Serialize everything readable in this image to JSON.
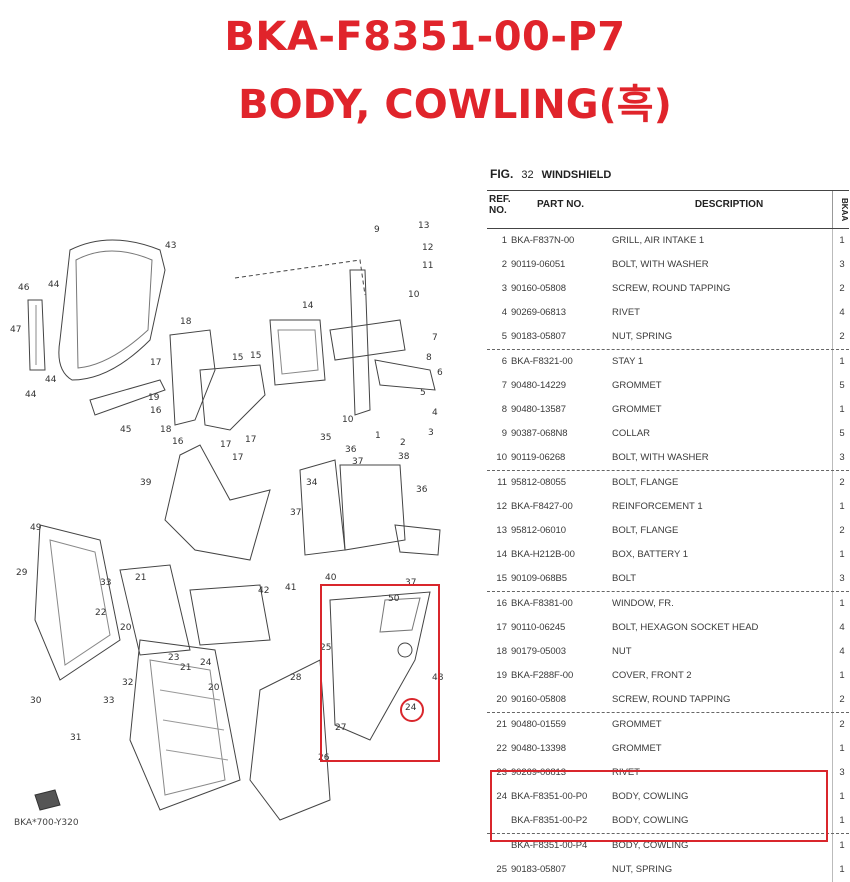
{
  "header": {
    "part_code": "BKA-F8351-00-P7",
    "part_name": "BODY, COWLING(흑)"
  },
  "figure": {
    "fig_label": "FIG.",
    "fig_number": "32",
    "fig_name": "WINDSHIELD",
    "diagram_code": "BKA*700-Y320",
    "callouts": [
      "43",
      "46",
      "44",
      "47",
      "44",
      "44",
      "45",
      "18",
      "17",
      "16",
      "18",
      "16",
      "17",
      "15",
      "14",
      "15",
      "13",
      "12",
      "11",
      "10",
      "10",
      "9",
      "8",
      "7",
      "6",
      "5",
      "4",
      "3",
      "2",
      "1",
      "19",
      "17",
      "17",
      "35",
      "36",
      "37",
      "34",
      "38",
      "36",
      "37",
      "49",
      "29",
      "33",
      "21",
      "22",
      "20",
      "23",
      "24",
      "21",
      "20",
      "39",
      "30",
      "31",
      "32",
      "33",
      "27",
      "26",
      "28",
      "25",
      "42",
      "41",
      "40",
      "37",
      "50",
      "48",
      "24"
    ]
  },
  "table": {
    "headers": {
      "ref": "REF. NO.",
      "part": "PART NO.",
      "desc": "DESCRIPTION",
      "qty": "BKAA"
    },
    "rows": [
      {
        "ref": "1",
        "part": "BKA-F837N-00",
        "desc": "GRILL, AIR INTAKE 1",
        "qty": "1"
      },
      {
        "ref": "2",
        "part": "90119-06051",
        "desc": "BOLT, WITH WASHER",
        "qty": "3"
      },
      {
        "ref": "3",
        "part": "90160-05808",
        "desc": "SCREW, ROUND TAPPING",
        "qty": "2"
      },
      {
        "ref": "4",
        "part": "90269-06813",
        "desc": "RIVET",
        "qty": "4"
      },
      {
        "ref": "5",
        "part": "90183-05807",
        "desc": "NUT, SPRING",
        "qty": "2"
      },
      {
        "ref": "6",
        "part": "BKA-F8321-00",
        "desc": "STAY 1",
        "qty": "1"
      },
      {
        "ref": "7",
        "part": "90480-14229",
        "desc": "GROMMET",
        "qty": "5"
      },
      {
        "ref": "8",
        "part": "90480-13587",
        "desc": "GROMMET",
        "qty": "1"
      },
      {
        "ref": "9",
        "part": "90387-068N8",
        "desc": "COLLAR",
        "qty": "5"
      },
      {
        "ref": "10",
        "part": "90119-06268",
        "desc": "BOLT, WITH WASHER",
        "qty": "3"
      },
      {
        "ref": "11",
        "part": "95812-08055",
        "desc": "BOLT, FLANGE",
        "qty": "2"
      },
      {
        "ref": "12",
        "part": "BKA-F8427-00",
        "desc": "REINFORCEMENT 1",
        "qty": "1"
      },
      {
        "ref": "13",
        "part": "95812-06010",
        "desc": "BOLT, FLANGE",
        "qty": "2"
      },
      {
        "ref": "14",
        "part": "BKA-H212B-00",
        "desc": "BOX, BATTERY 1",
        "qty": "1"
      },
      {
        "ref": "15",
        "part": "90109-068B5",
        "desc": "BOLT",
        "qty": "3"
      },
      {
        "ref": "16",
        "part": "BKA-F8381-00",
        "desc": "WINDOW, FR.",
        "qty": "1"
      },
      {
        "ref": "17",
        "part": "90110-06245",
        "desc": "BOLT, HEXAGON SOCKET HEAD",
        "qty": "4"
      },
      {
        "ref": "18",
        "part": "90179-05003",
        "desc": "NUT",
        "qty": "4"
      },
      {
        "ref": "19",
        "part": "BKA-F288F-00",
        "desc": "COVER, FRONT 2",
        "qty": "1"
      },
      {
        "ref": "20",
        "part": "90160-05808",
        "desc": "SCREW, ROUND TAPPING",
        "qty": "2"
      },
      {
        "ref": "21",
        "part": "90480-01559",
        "desc": "GROMMET",
        "qty": "2"
      },
      {
        "ref": "22",
        "part": "90480-13398",
        "desc": "GROMMET",
        "qty": "1"
      },
      {
        "ref": "23",
        "part": "90269-06813",
        "desc": "RIVET",
        "qty": "3"
      },
      {
        "ref": "24",
        "part": "BKA-F8351-00-P0",
        "desc": "BODY, COWLING",
        "qty": "1"
      },
      {
        "ref": "",
        "part": "BKA-F8351-00-P2",
        "desc": "BODY, COWLING",
        "qty": "1"
      },
      {
        "ref": "",
        "part": "BKA-F8351-00-P4",
        "desc": "BODY, COWLING",
        "qty": "1"
      },
      {
        "ref": "25",
        "part": "90183-05807",
        "desc": "NUT, SPRING",
        "qty": "1"
      }
    ],
    "separators_before": [
      5,
      10,
      15,
      20,
      25
    ],
    "highlight_color": "#d9262c",
    "title_color": "#e0242b"
  }
}
